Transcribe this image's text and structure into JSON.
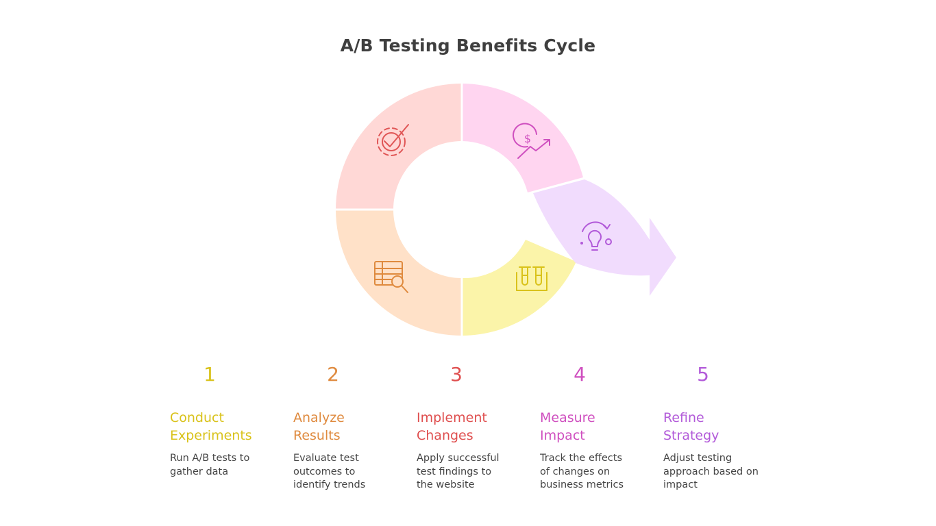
{
  "title": "A/B Testing Benefits Cycle",
  "steps": [
    {
      "number": "1",
      "heading": "Conduct\nExperiments",
      "description": "Run A/B tests to\ngather data",
      "color": "#d9c21a",
      "fill": "#fbf4a9",
      "icon": "test-tubes-icon"
    },
    {
      "number": "2",
      "heading": "Analyze\nResults",
      "description": "Evaluate test\noutcomes to\nidentify trends",
      "color": "#df8a3e",
      "fill": "#ffe1c8",
      "icon": "table-search-icon"
    },
    {
      "number": "3",
      "heading": "Implement\nChanges",
      "description": "Apply successful\ntest findings to\nthe website",
      "color": "#df4e4e",
      "fill": "#ffd8d6",
      "icon": "gear-check-icon"
    },
    {
      "number": "4",
      "heading": "Measure\nImpact",
      "description": "Track the effects\nof changes on\nbusiness metrics",
      "color": "#cf4fbf",
      "fill": "#ffd5f0",
      "icon": "dollar-growth-icon"
    },
    {
      "number": "5",
      "heading": "Refine\nStrategy",
      "description": "Adjust testing\napproach based on\nimpact",
      "color": "#b25ad9",
      "fill": "#f1dcfd",
      "icon": "lightbulb-refresh-icon"
    }
  ]
}
